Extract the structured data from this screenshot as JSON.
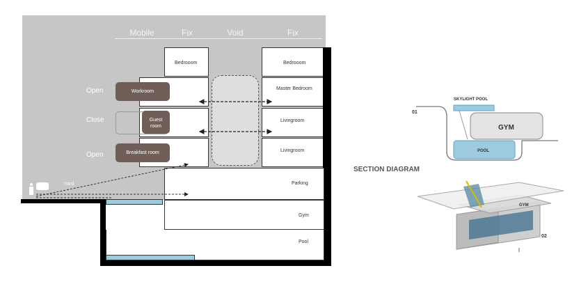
{
  "columns": {
    "mobile": "Mobile",
    "fix1": "Fix",
    "void": "Void",
    "fix2": "Fix"
  },
  "states": {
    "open1": "Open",
    "close": "Close",
    "open2": "Open"
  },
  "pods": {
    "workroom": "Workroom",
    "guest_line1": "Guest",
    "guest_line2": "room",
    "breakfast": "Breakfast room"
  },
  "rooms": {
    "bedroom_center": "Bedrooom",
    "bedroom_right": "Bedrooom",
    "master": "Master Bedroom",
    "living1": "Livingroom",
    "living2": "Livingroom",
    "parking": "Parking",
    "gym": "Gym",
    "pool": "Pool"
  },
  "yard": "Yard",
  "section": {
    "title": "SECTION DIAGRAM",
    "d1_label": "01",
    "d2_label": "02",
    "skylight": "SKYLIGHT POOL",
    "gym": "GYM",
    "pool": "POOL",
    "gym3d": "GYM"
  },
  "colors": {
    "pod": "#6f5f58",
    "water": "#9ecbe0",
    "sky": "#c6c6c6"
  }
}
